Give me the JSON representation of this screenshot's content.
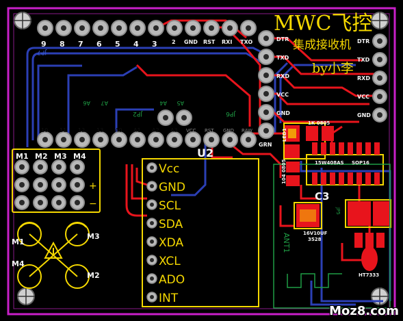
{
  "title_line1": "MWC飞控",
  "title_line2": "集成接收机",
  "title_line3": "by小李",
  "top_header": {
    "digital_pins": [
      "9",
      "8",
      "7",
      "6",
      "5",
      "4",
      "3"
    ],
    "serial_pins": [
      "2",
      "GND",
      "RST",
      "RXI",
      "TXO"
    ],
    "designator": "JP7"
  },
  "right_header": {
    "pins": [
      "DTR",
      "TXD",
      "RXD",
      "VCC",
      "GND"
    ],
    "extra_label": "GRN"
  },
  "far_right_header": {
    "pins": [
      "DTR",
      "TXD",
      "RXD",
      "VCC",
      "GND"
    ]
  },
  "bottom_header": {
    "pins": [
      "10",
      "11",
      "12",
      "13",
      "A0",
      "A1",
      "A2",
      "A3",
      "VCC",
      "RST",
      "GND",
      "RAW"
    ]
  },
  "sensor_module": {
    "designator": "U2",
    "pins": [
      "Vcc",
      "GND",
      "SCL",
      "SDA",
      "XDA",
      "XCL",
      "ADO",
      "INT"
    ]
  },
  "motor_block": {
    "labels": [
      "M1",
      "M2",
      "M3",
      "M4"
    ],
    "plus": "+",
    "minus": "−"
  },
  "quad_diagram": {
    "labels": [
      "M1",
      "M3",
      "M4",
      "M2"
    ]
  },
  "mid_labels": {
    "a6": "A6",
    "a7": "A7",
    "a4": "A4",
    "a5": "A5",
    "jp2": "JP2",
    "jp6": "JP6"
  },
  "components": {
    "led": "LED1",
    "resistor": "1K 0805",
    "resistor2": "104 0805",
    "chip": "15W408AS",
    "package": "SOP16",
    "cap": "C3",
    "cap_value": "16V10UF",
    "cap_package": "3528",
    "regulator": "HT7333",
    "ant_label": "ANT1",
    "jp_label": "JP5"
  },
  "watermark": "Moz8.com"
}
